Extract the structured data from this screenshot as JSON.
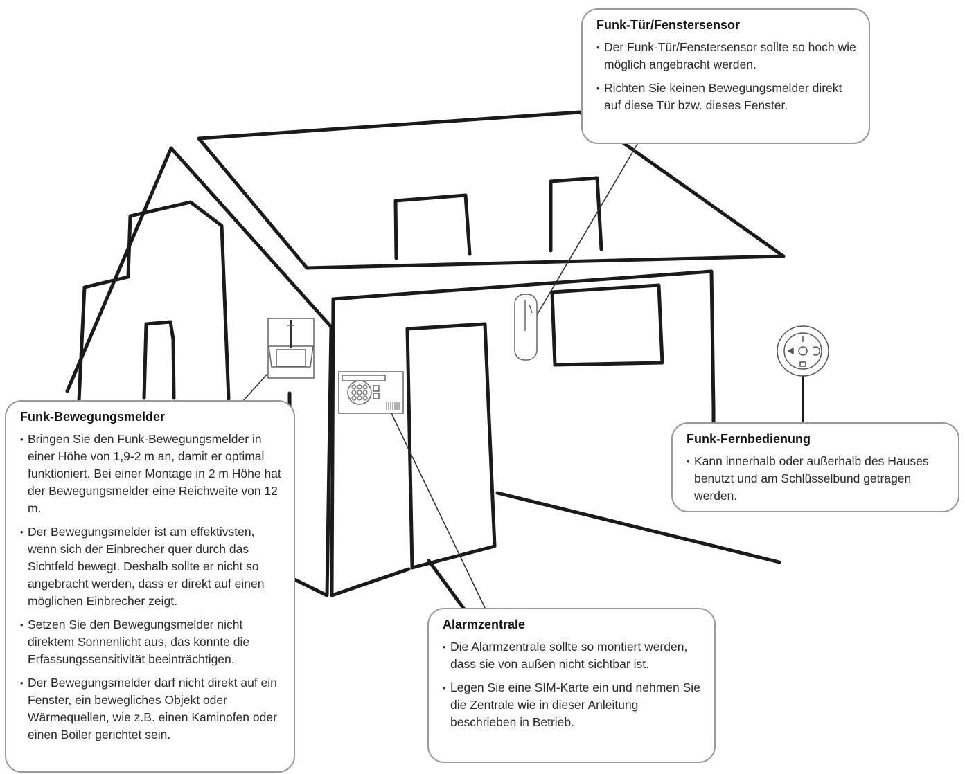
{
  "callouts": {
    "tuer": {
      "title": "Funk-Tür/Fenstersensor",
      "bullets": [
        "Der Funk-Tür/Fenstersensor sollte so hoch wie möglich angebracht werden.",
        "Richten Sie keinen Bewegungsmelder direkt auf diese Tür bzw. dieses Fenster."
      ]
    },
    "bewegung": {
      "title": "Funk-Bewegungsmelder",
      "bullets": [
        "Bringen Sie den Funk-Bewegungsmelder in einer Höhe von 1,9-2 m an, damit er optimal funktioniert. Bei einer Montage in 2 m Höhe hat der Bewegungsmelder eine Reichweite von 12 m.",
        "Der Bewegungsmelder ist am effektivsten, wenn sich der Einbrecher quer durch das Sichtfeld bewegt. Deshalb sollte er nicht so angebracht werden, dass er direkt auf einen möglichen Einbrecher zeigt.",
        "Setzen Sie den Bewegungsmelder nicht direktem Sonnenlicht aus, das könnte die Erfassungssensitivität beeinträchtigen.",
        "Der Bewegungsmelder darf nicht direkt auf ein Fenster, ein bewegliches Objekt oder Wärmequellen, wie z.B. einen Kaminofen oder einen Boiler gerichtet sein."
      ]
    },
    "fern": {
      "title": "Funk-Fernbedienung",
      "bullets": [
        "Kann innerhalb oder außerhalb des Hauses benutzt und am Schlüsselbund getragen werden."
      ]
    },
    "alarm": {
      "title": "Alarmzentrale",
      "bullets": [
        "Die Alarmzentrale sollte so montiert werden, dass sie von außen nicht sichtbar ist.",
        "Legen Sie eine SIM-Karte ein und nehmen Sie die Zentrale wie in dieser Anleitung beschrieben in Betrieb."
      ]
    }
  },
  "colors": {
    "outline": "#1a1a1a",
    "device": "#666666",
    "box_border": "#9a9a9a"
  }
}
